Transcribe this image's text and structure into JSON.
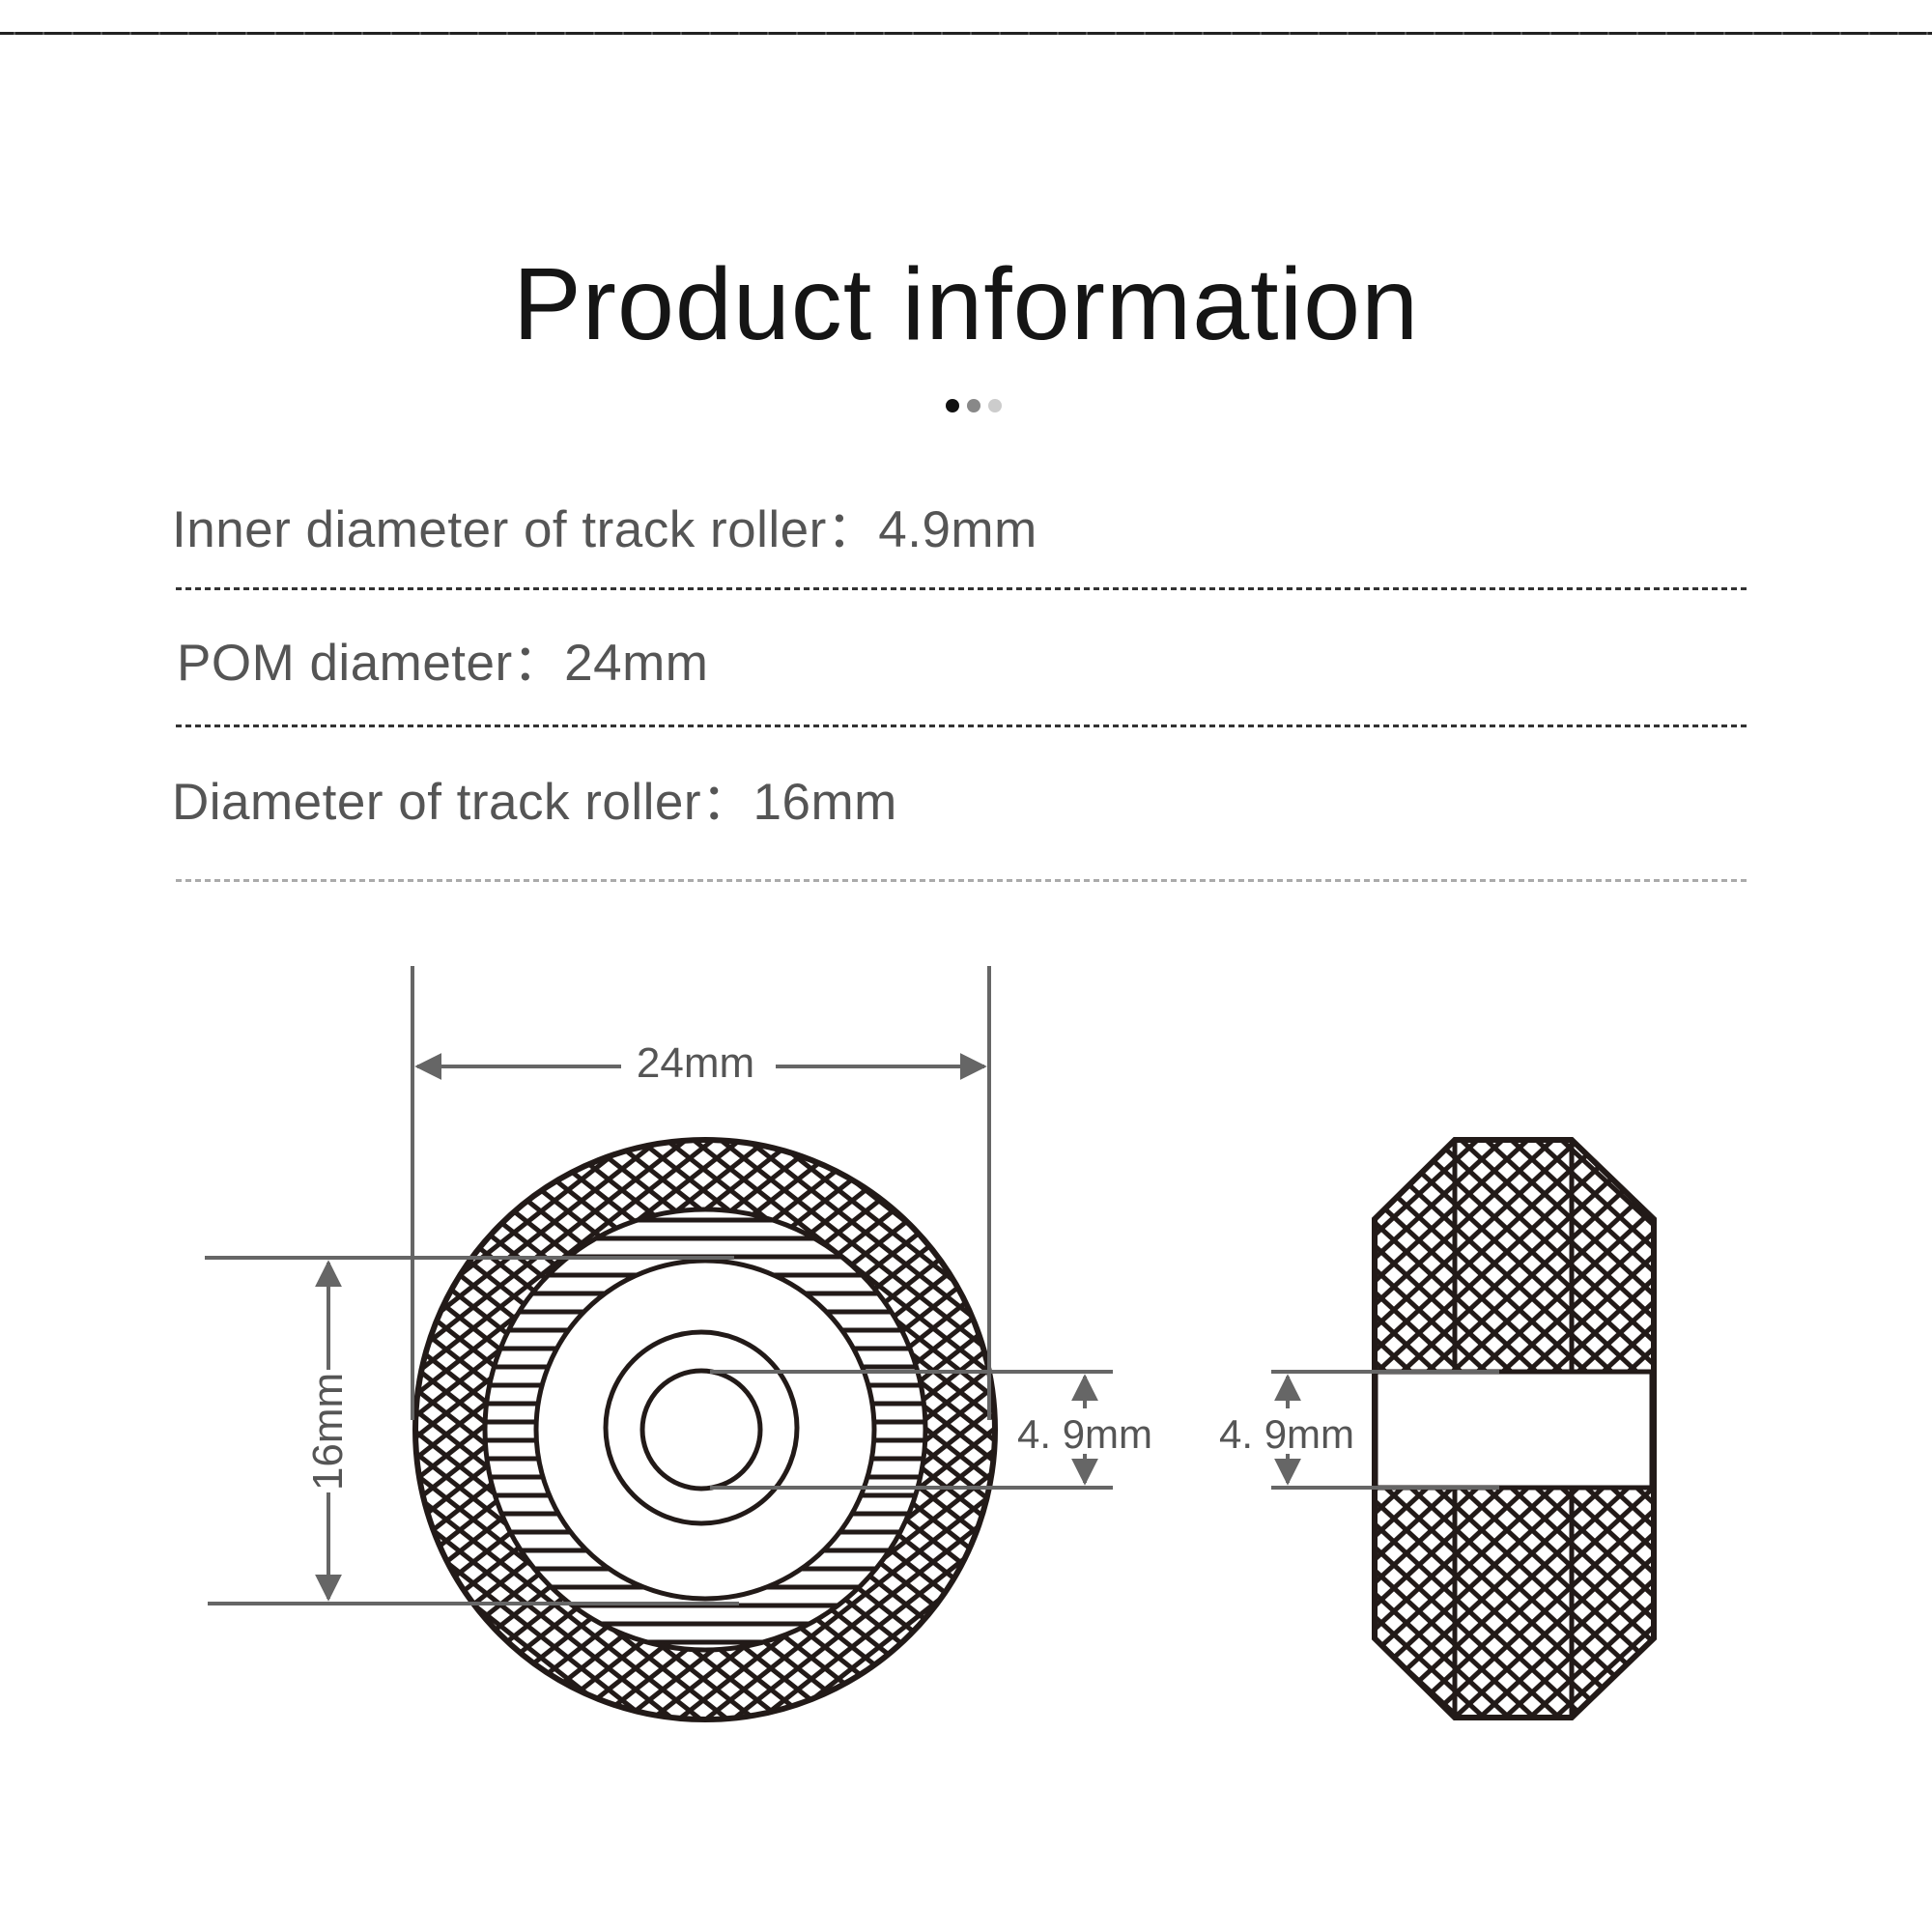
{
  "header": {
    "title": "Product information",
    "pager_dots": [
      {
        "state": "active",
        "color": "#111111"
      },
      {
        "state": "inactive",
        "color": "#888888"
      },
      {
        "state": "inactive",
        "color": "#cccccc"
      }
    ]
  },
  "specs": [
    {
      "label": "Inner diameter of track roller",
      "separator": "：",
      "value": "4.9mm",
      "text": "Inner diameter of track roller：4.9mm"
    },
    {
      "label": "POM diameter",
      "separator": "：",
      "value": "24mm",
      "text": "POM diameter：24mm"
    },
    {
      "label": "Diameter of track roller",
      "separator": "：",
      "value": "16mm",
      "text": "Diameter of track roller：16mm"
    }
  ],
  "diagram": {
    "front_view": {
      "dimension_width": "24mm",
      "dimension_height": "16mm",
      "dimension_bore": "4. 9mm"
    },
    "side_view": {
      "dimension_bore": "4. 9mm"
    }
  },
  "colors": {
    "title": "#151515",
    "spec_text": "#555555",
    "drawing_line": "#221a18",
    "dimension_line": "#666666"
  }
}
